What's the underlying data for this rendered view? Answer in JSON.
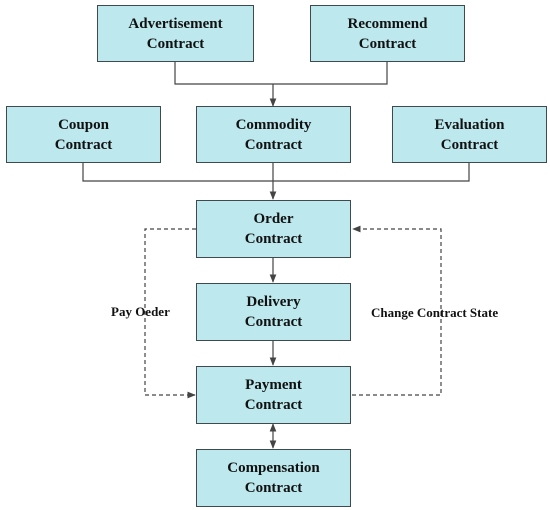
{
  "nodes": {
    "advertisement": {
      "line1": "Advertisement",
      "line2": "Contract"
    },
    "recommend": {
      "line1": "Recommend",
      "line2": "Contract"
    },
    "coupon": {
      "line1": "Coupon",
      "line2": "Contract"
    },
    "commodity": {
      "line1": "Commodity",
      "line2": "Contract"
    },
    "evaluation": {
      "line1": "Evaluation",
      "line2": "Contract"
    },
    "order": {
      "line1": "Order",
      "line2": "Contract"
    },
    "delivery": {
      "line1": "Delivery",
      "line2": "Contract"
    },
    "payment": {
      "line1": "Payment",
      "line2": "Contract"
    },
    "compensation": {
      "line1": "Compensation",
      "line2": "Contract"
    }
  },
  "edge_labels": {
    "pay_order": "Pay Oeder",
    "change_state": "Change Contract State"
  },
  "colors": {
    "box_fill": "#bde9ee",
    "box_border": "#3f4a4e",
    "line": "#444444"
  }
}
